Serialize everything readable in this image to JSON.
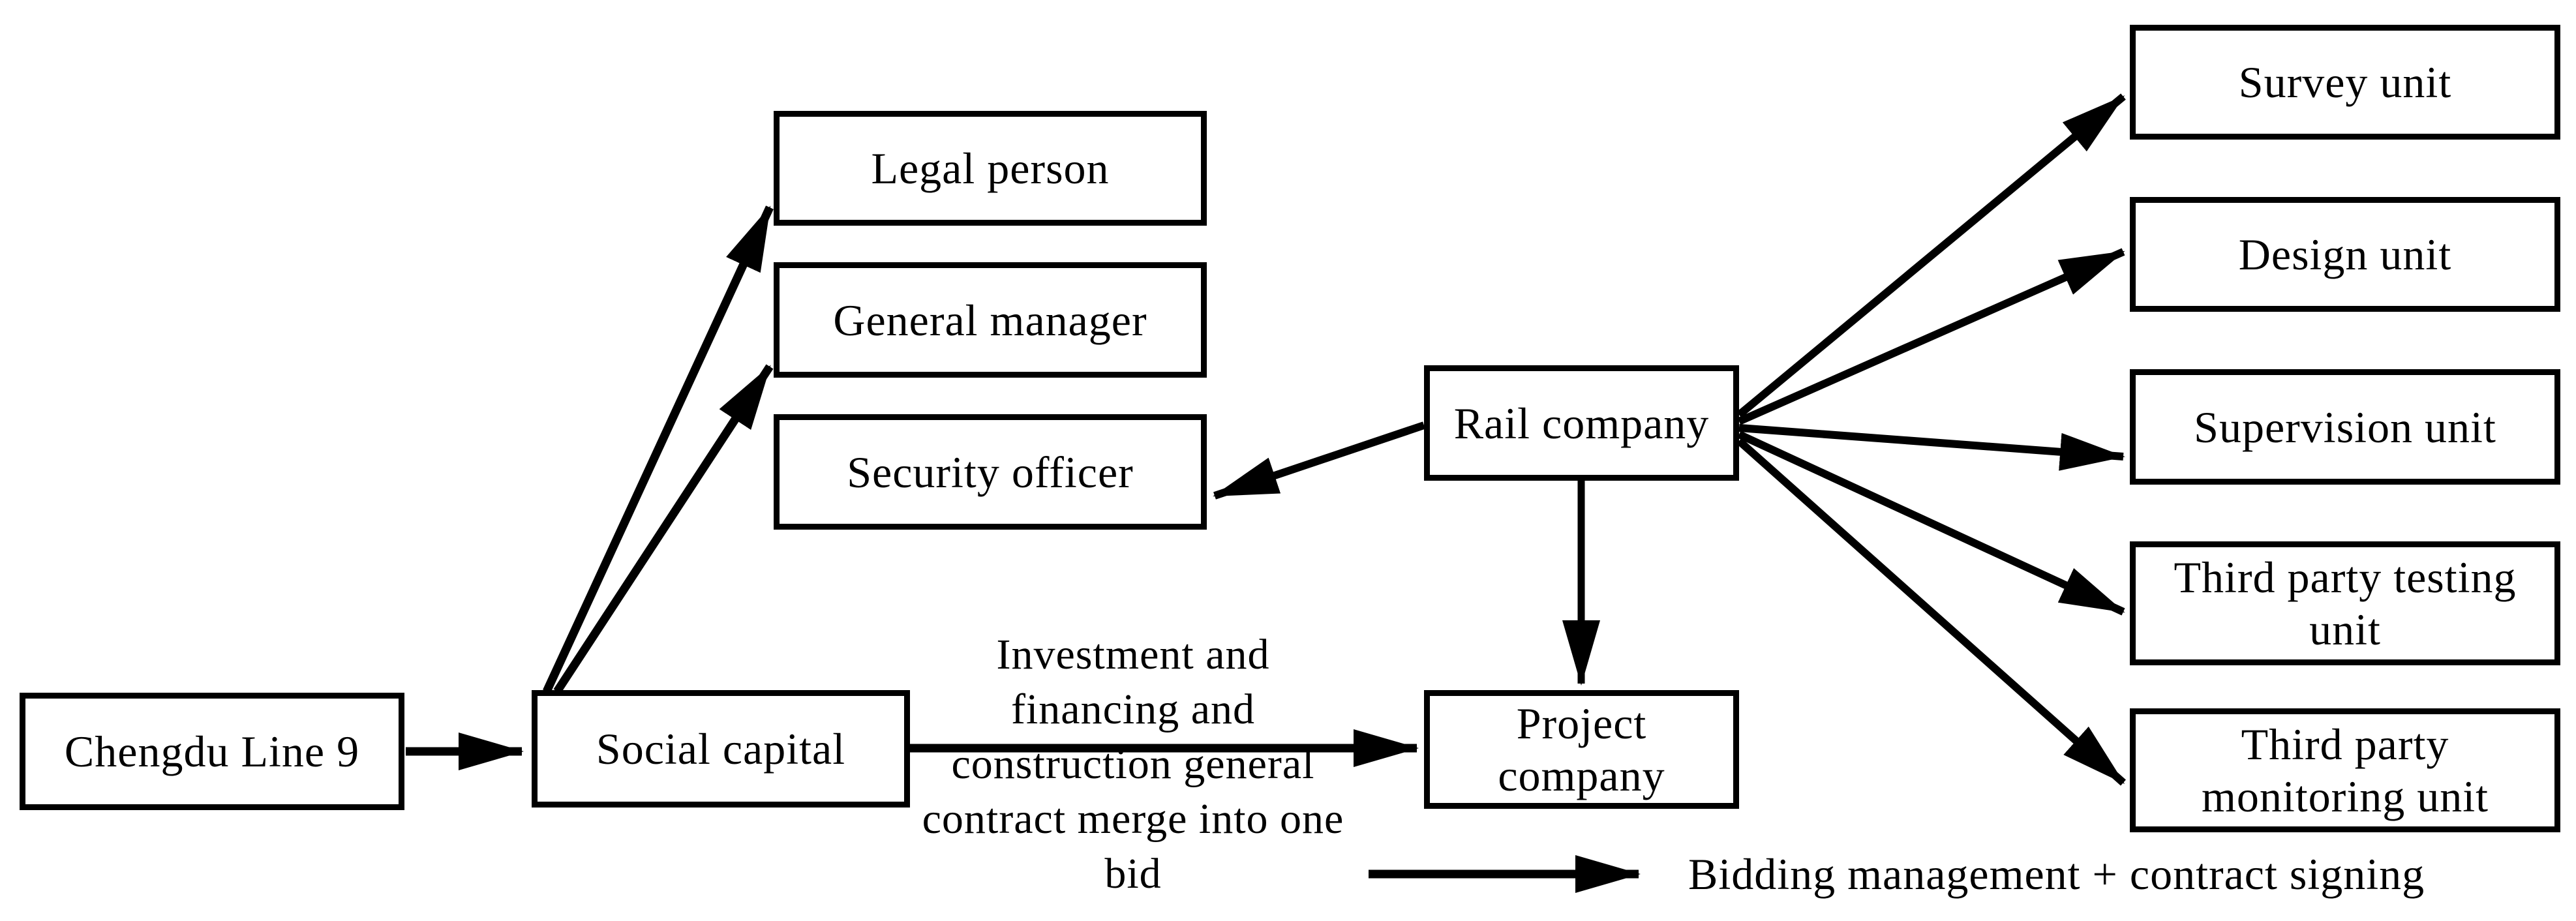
{
  "diagram": {
    "background_color": "#ffffff",
    "line_color": "#000000",
    "nodes": {
      "chengdu_line_9": {
        "label": "Chengdu Line 9"
      },
      "social_capital": {
        "label": "Social capital"
      },
      "legal_person": {
        "label": "Legal person"
      },
      "general_manager": {
        "label": "General manager"
      },
      "security_officer": {
        "label": "Security officer"
      },
      "rail_company": {
        "label": "Rail company"
      },
      "project_company": {
        "lines": [
          "Project",
          "company"
        ]
      },
      "survey_unit": {
        "label": "Survey unit"
      },
      "design_unit": {
        "label": "Design unit"
      },
      "supervision_unit": {
        "label": "Supervision unit"
      },
      "third_party_testing_unit": {
        "lines": [
          "Third party testing",
          "unit"
        ]
      },
      "third_party_monitoring_unit": {
        "lines": [
          "Third party",
          "monitoring unit"
        ]
      }
    },
    "edge_annotation": {
      "lines": [
        "Investment and",
        "financing and",
        "construction general",
        "contract merge into one",
        "bid"
      ]
    },
    "edges": [
      {
        "from": "Chengdu Line 9",
        "to": "Social capital"
      },
      {
        "from": "Social capital",
        "to": "Legal person"
      },
      {
        "from": "Social capital",
        "to": "General manager"
      },
      {
        "from": "Social capital",
        "to": "Project company",
        "label": "Investment and financing and construction general contract merge into one bid"
      },
      {
        "from": "Rail company",
        "to": "Security officer"
      },
      {
        "from": "Rail company",
        "to": "Project company"
      },
      {
        "from": "Rail company",
        "to": "Survey unit"
      },
      {
        "from": "Rail company",
        "to": "Design unit"
      },
      {
        "from": "Rail company",
        "to": "Supervision unit"
      },
      {
        "from": "Rail company",
        "to": "Third party testing unit"
      },
      {
        "from": "Rail company",
        "to": "Third party monitoring unit"
      }
    ],
    "legend": {
      "arrow_meaning": "Bidding management + contract signing"
    }
  }
}
